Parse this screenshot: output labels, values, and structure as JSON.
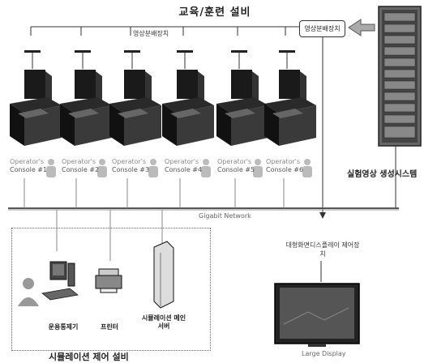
{
  "title": "교육/훈련 설비",
  "splitter_label": "영상분배장치",
  "control_box_label": "영상분배장치",
  "consoles": [
    {
      "line1": "Operator's",
      "line2": "Console #1"
    },
    {
      "line1": "Operator's",
      "line2": "Console #2"
    },
    {
      "line1": "Operator's",
      "line2": "Console #3"
    },
    {
      "line1": "Operator's",
      "line2": "Console #4"
    },
    {
      "line1": "Operator's",
      "line2": "Console #5"
    },
    {
      "line1": "Operator's",
      "line2": "Console #6"
    }
  ],
  "rack_label": "실험영상 생성시스템",
  "network_label": "Gigabit Network",
  "display_controller_label": "대형화면디스플레이 제어장치",
  "large_display_label": "Large Display",
  "bottom_devices": [
    {
      "label": "운용통제기"
    },
    {
      "label": "프린터"
    },
    {
      "label": "시뮬레이션 메인서버"
    }
  ],
  "bottom_group_label": "시뮬레이션 제어 설비"
}
